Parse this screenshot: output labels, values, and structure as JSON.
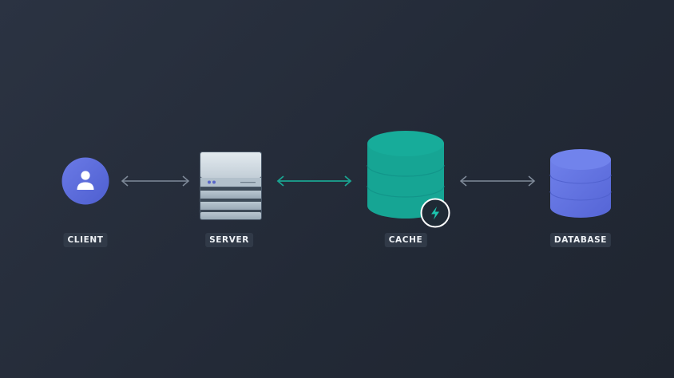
{
  "nodes": {
    "client": {
      "label": "CLIENT",
      "icon": "user-icon",
      "color": "#5b6bdc"
    },
    "server": {
      "label": "SERVER",
      "icon": "server-icon",
      "color": "#c8d4dd"
    },
    "cache": {
      "label": "CACHE",
      "icon": "database-cylinder-icon",
      "color": "#16a594",
      "badge_icon": "lightning-bolt-icon"
    },
    "database": {
      "label": "DATABASE",
      "icon": "database-cylinder-icon",
      "color": "#6373df"
    }
  },
  "connections": [
    {
      "from": "CLIENT",
      "to": "SERVER",
      "style": "bidirectional",
      "color": "#7f8a99"
    },
    {
      "from": "SERVER",
      "to": "CACHE",
      "style": "bidirectional",
      "color": "#1aa592"
    },
    {
      "from": "CACHE",
      "to": "DATABASE",
      "style": "bidirectional",
      "color": "#7f8a99"
    }
  ]
}
